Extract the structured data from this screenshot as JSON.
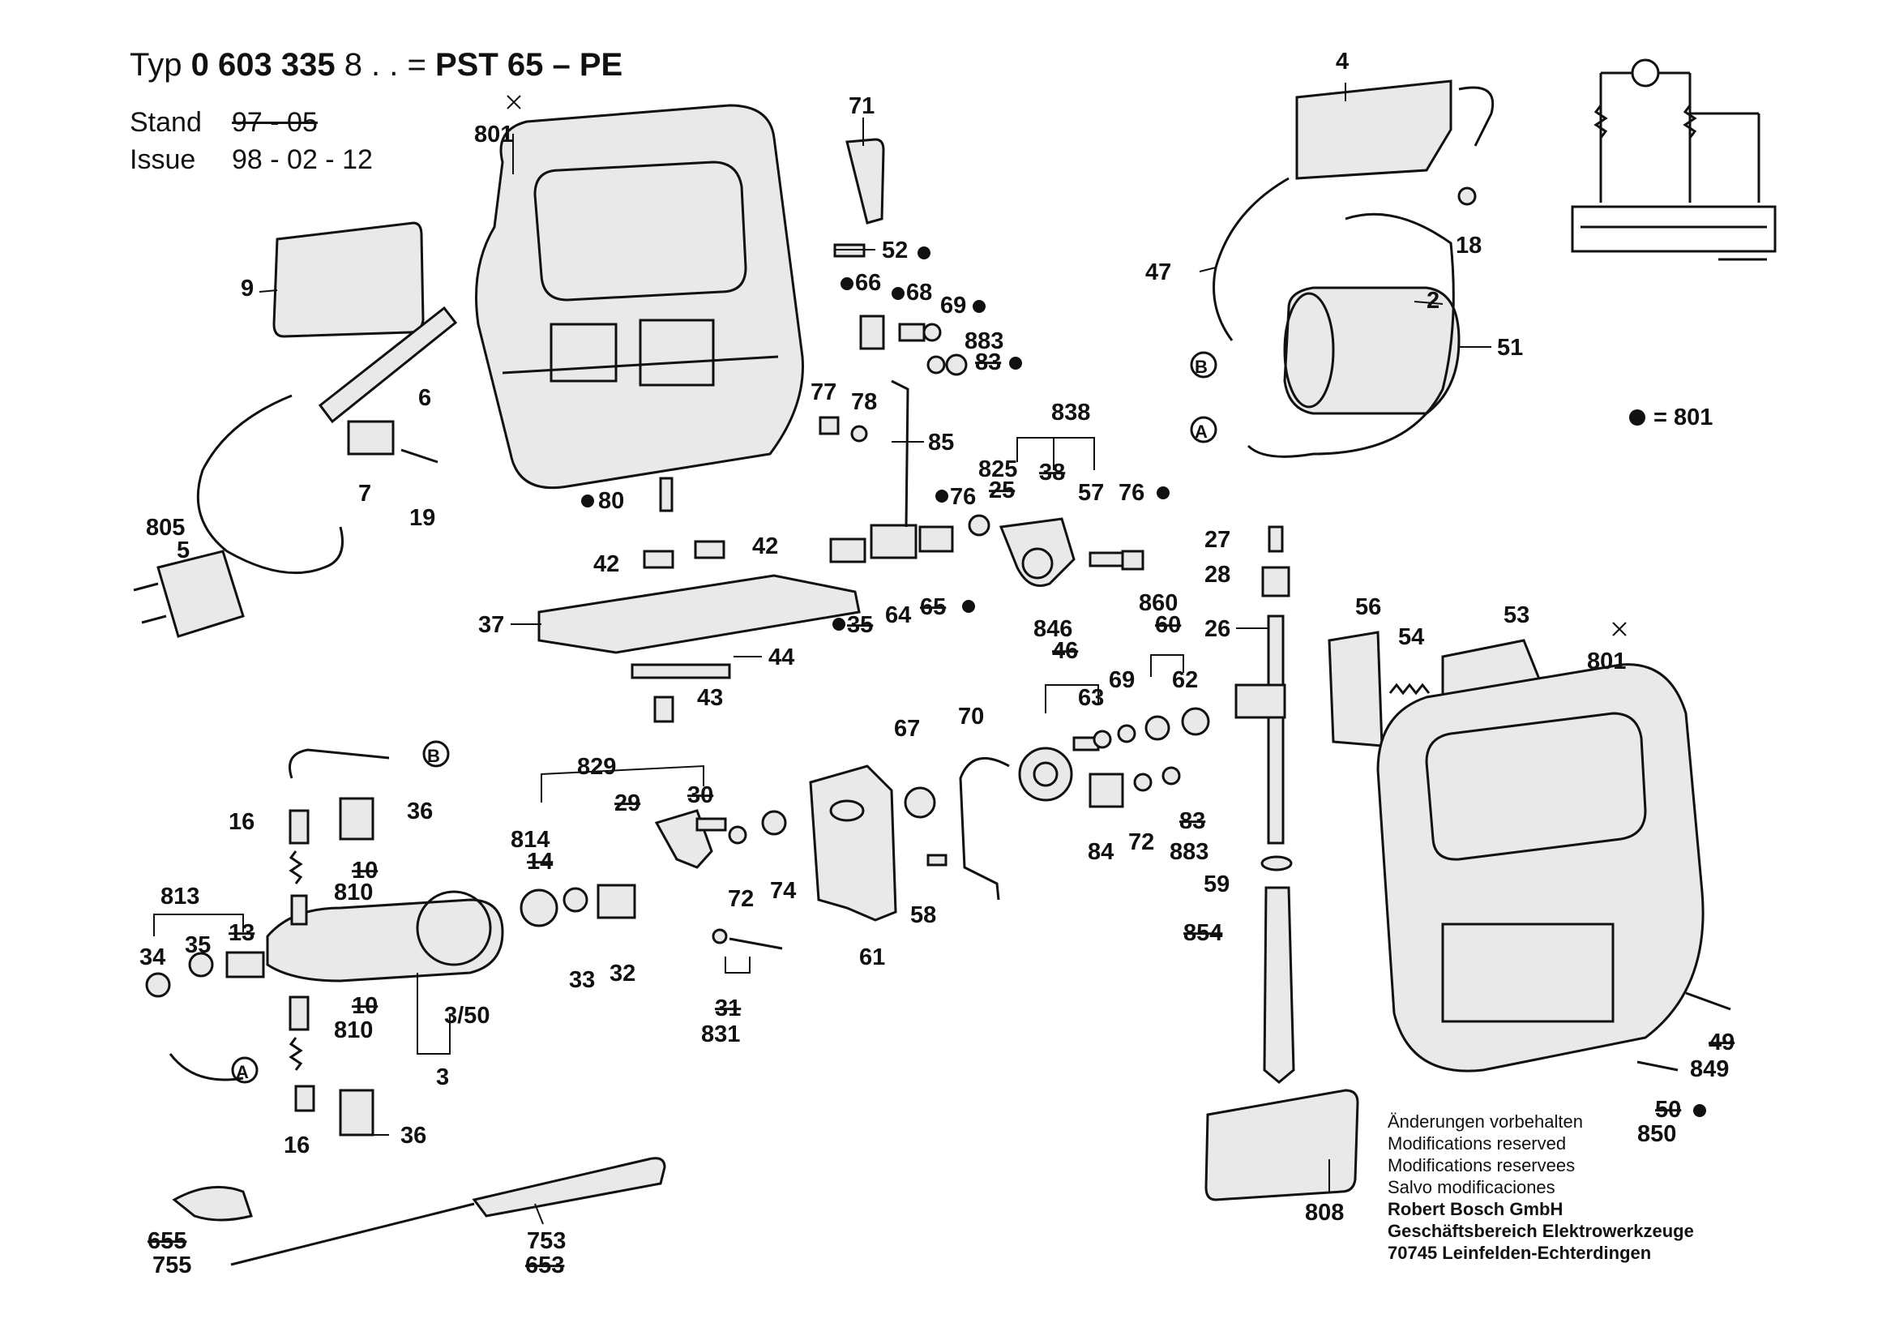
{
  "header": {
    "typ_label": "Typ",
    "typ_number_a": "0 603 335",
    "typ_number_b": "8 . . =",
    "model": "PST 65 – PE",
    "stand_label": "Stand",
    "stand_value": "97 - 05",
    "issue_label": "Issue",
    "issue_value": "98 - 02 - 12"
  },
  "legend": {
    "dot_equals": "= 801"
  },
  "notes": {
    "lines": [
      "Änderungen vorbehalten",
      "Modifications reserved",
      "Modifications reservees",
      "Salvo modificaciones"
    ],
    "company": [
      "Robert Bosch GmbH",
      "Geschäftsbereich Elektrowerkzeuge",
      "70745 Leinfelden-Echterdingen"
    ]
  },
  "parts": {
    "p801a": "801",
    "p71": "71",
    "p9": "9",
    "p52": "52",
    "p66": "66",
    "p68": "68",
    "p69a": "69",
    "p883a": "883",
    "p83a": "83",
    "p6": "6",
    "p7": "7",
    "p19": "19",
    "p77": "77",
    "p78": "78",
    "p85": "85",
    "p805": "805",
    "p5": "5",
    "p80": "80",
    "p838": "838",
    "p825": "825",
    "p25": "25",
    "p38": "38",
    "p57": "57",
    "p76a": "76",
    "p76b": "76",
    "p42a": "42",
    "p42b": "42",
    "p37": "37",
    "p35b": "35",
    "p64": "64",
    "p65": "65",
    "p44": "44",
    "p43": "43",
    "p4": "4",
    "p18": "18",
    "p47": "47",
    "p2": "2",
    "p51": "51",
    "p27": "27",
    "p28": "28",
    "p26": "26",
    "p860": "860",
    "p60": "60",
    "p846": "846",
    "p46": "46",
    "p69b": "69",
    "p62": "62",
    "p63": "63",
    "p56": "56",
    "p54": "54",
    "p53": "53",
    "p801b": "801",
    "p829": "829",
    "p29": "29",
    "p30": "30",
    "p67": "67",
    "p70": "70",
    "p814": "814",
    "p14": "14",
    "p72a": "72",
    "p74": "74",
    "p72b": "72",
    "p84": "84",
    "p83b": "83",
    "p883b": "883",
    "p59": "59",
    "p16a": "16",
    "p36a": "36",
    "p10a": "10",
    "p810a": "810",
    "p813": "813",
    "p34": "34",
    "p35": "35",
    "p13": "13",
    "p33": "33",
    "p32": "32",
    "p58": "58",
    "p61": "61",
    "p10b": "10",
    "p810b": "810",
    "p3_50": "3/50",
    "p3": "3",
    "p31": "31",
    "p831": "831",
    "p854": "854",
    "p49": "49",
    "p849": "849",
    "p50": "50",
    "p850": "850",
    "p16b": "16",
    "p36b": "36",
    "p808": "808",
    "p655": "655",
    "p755": "755",
    "p753": "753",
    "p653": "653"
  },
  "connectors": {
    "A": "A",
    "B": "B"
  }
}
